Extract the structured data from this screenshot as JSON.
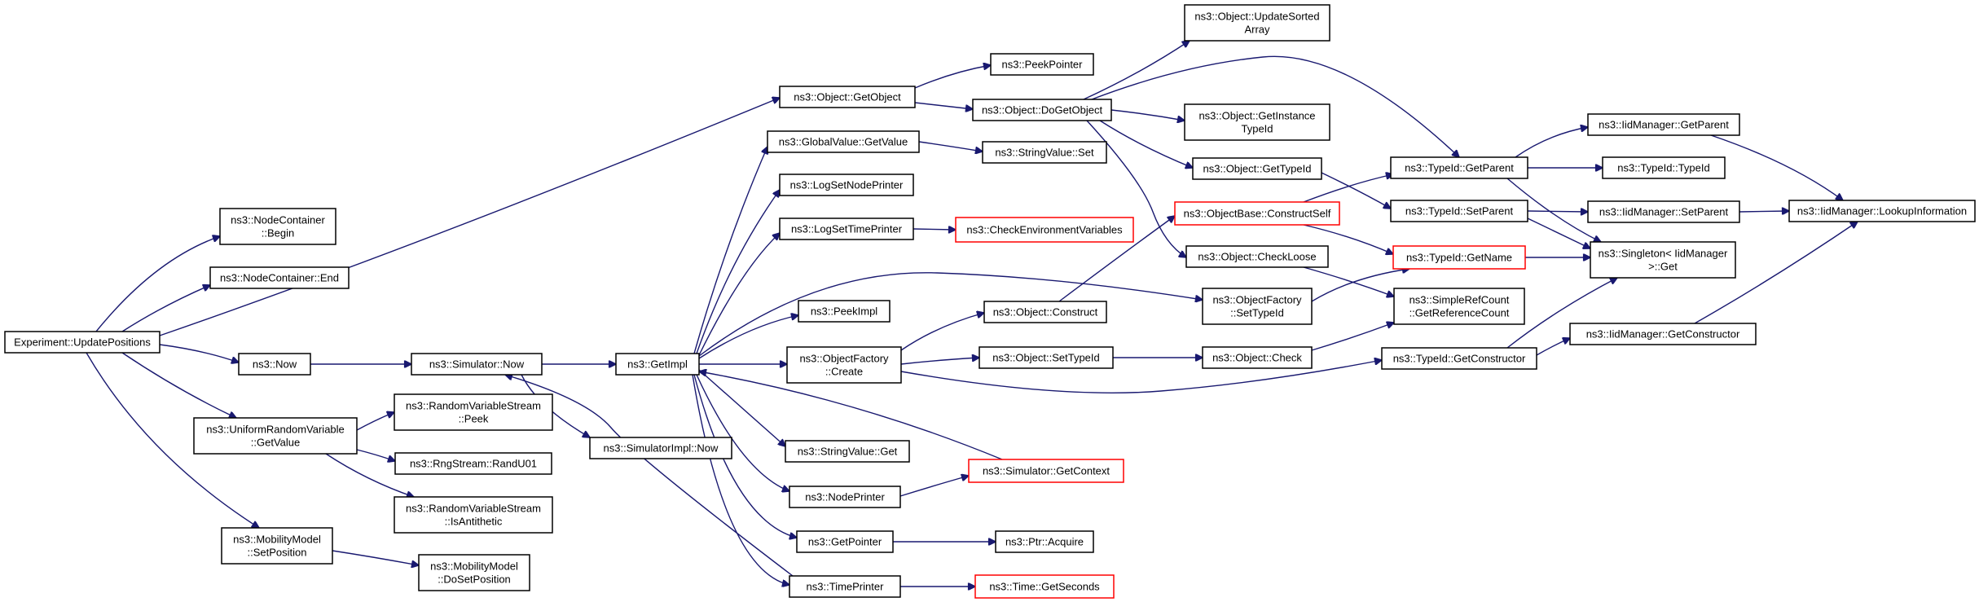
{
  "diagram": {
    "type": "call-graph",
    "colors": {
      "edge": "#191970",
      "node_border": "#000000",
      "node_border_truncated": "#ff0000",
      "root_fill": "#bfbfbf",
      "node_fill": "#ffffff",
      "text": "#000000"
    },
    "nodes": [
      {
        "id": "root",
        "lines": [
          "Experiment::UpdatePositions"
        ],
        "root": true
      },
      {
        "id": "nc_begin",
        "lines": [
          "ns3::NodeContainer",
          "::Begin"
        ]
      },
      {
        "id": "nc_end",
        "lines": [
          "ns3::NodeContainer::End"
        ]
      },
      {
        "id": "now",
        "lines": [
          "ns3::Now"
        ]
      },
      {
        "id": "urv_getvalue",
        "lines": [
          "ns3::UniformRandomVariable",
          "::GetValue"
        ]
      },
      {
        "id": "mm_setposition",
        "lines": [
          "ns3::MobilityModel",
          "::SetPosition"
        ]
      },
      {
        "id": "sim_now",
        "lines": [
          "ns3::Simulator::Now"
        ]
      },
      {
        "id": "rvs_peek",
        "lines": [
          "ns3::RandomVariableStream",
          "::Peek"
        ]
      },
      {
        "id": "rng_randu01",
        "lines": [
          "ns3::RngStream::RandU01"
        ]
      },
      {
        "id": "rvs_isanti",
        "lines": [
          "ns3::RandomVariableStream",
          "::IsAntithetic"
        ]
      },
      {
        "id": "mm_dosetposition",
        "lines": [
          "ns3::MobilityModel",
          "::DoSetPosition"
        ]
      },
      {
        "id": "simimpl_now",
        "lines": [
          "ns3::SimulatorImpl::Now"
        ]
      },
      {
        "id": "getimpl",
        "lines": [
          "ns3::GetImpl"
        ]
      },
      {
        "id": "obj_getobject",
        "lines": [
          "ns3::Object::GetObject"
        ]
      },
      {
        "id": "gv_getvalue",
        "lines": [
          "ns3::GlobalValue::GetValue"
        ]
      },
      {
        "id": "logsetnodeprinter",
        "lines": [
          "ns3::LogSetNodePrinter"
        ]
      },
      {
        "id": "logsettimeprinter",
        "lines": [
          "ns3::LogSetTimePrinter"
        ]
      },
      {
        "id": "peekimpl",
        "lines": [
          "ns3::PeekImpl"
        ]
      },
      {
        "id": "of_create",
        "lines": [
          "ns3::ObjectFactory",
          "::Create"
        ]
      },
      {
        "id": "sv_get",
        "lines": [
          "ns3::StringValue::Get"
        ]
      },
      {
        "id": "nodeprinter",
        "lines": [
          "ns3::NodePrinter"
        ]
      },
      {
        "id": "getpointer",
        "lines": [
          "ns3::GetPointer"
        ]
      },
      {
        "id": "timeprinter",
        "lines": [
          "ns3::TimePrinter"
        ]
      },
      {
        "id": "peekpointer",
        "lines": [
          "ns3::PeekPointer"
        ]
      },
      {
        "id": "obj_dogetobject",
        "lines": [
          "ns3::Object::DoGetObject"
        ]
      },
      {
        "id": "sv_set",
        "lines": [
          "ns3::StringValue::Set"
        ]
      },
      {
        "id": "checkenv",
        "lines": [
          "ns3::CheckEnvironmentVariables"
        ],
        "truncated": true
      },
      {
        "id": "obj_construct",
        "lines": [
          "ns3::Object::Construct"
        ]
      },
      {
        "id": "obj_settypeid",
        "lines": [
          "ns3::Object::SetTypeId"
        ]
      },
      {
        "id": "sim_getcontext",
        "lines": [
          "ns3::Simulator::GetContext"
        ],
        "truncated": true
      },
      {
        "id": "ptr_acquire",
        "lines": [
          "ns3::Ptr::Acquire"
        ]
      },
      {
        "id": "time_getseconds",
        "lines": [
          "ns3::Time::GetSeconds"
        ],
        "truncated": true
      },
      {
        "id": "obj_updatesorted",
        "lines": [
          "ns3::Object::UpdateSorted",
          "Array"
        ]
      },
      {
        "id": "obj_getinstancetypeid",
        "lines": [
          "ns3::Object::GetInstance",
          "TypeId"
        ]
      },
      {
        "id": "obj_gettypeid",
        "lines": [
          "ns3::Object::GetTypeId"
        ]
      },
      {
        "id": "ob_constructself",
        "lines": [
          "ns3::ObjectBase::ConstructSelf"
        ],
        "truncated": true
      },
      {
        "id": "obj_checkloose",
        "lines": [
          "ns3::Object::CheckLoose"
        ]
      },
      {
        "id": "of_settypeid",
        "lines": [
          "ns3::ObjectFactory",
          "::SetTypeId"
        ]
      },
      {
        "id": "obj_check",
        "lines": [
          "ns3::Object::Check"
        ]
      },
      {
        "id": "typeid_getparent",
        "lines": [
          "ns3::TypeId::GetParent"
        ]
      },
      {
        "id": "typeid_setparent",
        "lines": [
          "ns3::TypeId::SetParent"
        ]
      },
      {
        "id": "typeid_getname",
        "lines": [
          "ns3::TypeId::GetName"
        ],
        "truncated": true
      },
      {
        "id": "src_getrefcount",
        "lines": [
          "ns3::SimpleRefCount",
          "::GetReferenceCount"
        ]
      },
      {
        "id": "typeid_getconstructor",
        "lines": [
          "ns3::TypeId::GetConstructor"
        ]
      },
      {
        "id": "iid_getparent",
        "lines": [
          "ns3::IidManager::GetParent"
        ]
      },
      {
        "id": "typeid_typeid",
        "lines": [
          "ns3::TypeId::TypeId"
        ]
      },
      {
        "id": "iid_setparent",
        "lines": [
          "ns3::IidManager::SetParent"
        ]
      },
      {
        "id": "singleton_get",
        "lines": [
          "ns3::Singleton< IidManager",
          " >::Get"
        ]
      },
      {
        "id": "iid_getconstructor",
        "lines": [
          "ns3::IidManager::GetConstructor"
        ]
      },
      {
        "id": "iid_lookupinfo",
        "lines": [
          "ns3::IidManager::LookupInformation"
        ]
      }
    ],
    "edges": [
      [
        "root",
        "nc_begin"
      ],
      [
        "root",
        "nc_end"
      ],
      [
        "root",
        "obj_getobject"
      ],
      [
        "root",
        "now"
      ],
      [
        "root",
        "urv_getvalue"
      ],
      [
        "root",
        "mm_setposition"
      ],
      [
        "now",
        "sim_now"
      ],
      [
        "urv_getvalue",
        "rvs_peek"
      ],
      [
        "urv_getvalue",
        "rng_randu01"
      ],
      [
        "urv_getvalue",
        "rvs_isanti"
      ],
      [
        "mm_setposition",
        "mm_dosetposition"
      ],
      [
        "sim_now",
        "getimpl"
      ],
      [
        "sim_now",
        "simimpl_now"
      ],
      [
        "getimpl",
        "gv_getvalue"
      ],
      [
        "getimpl",
        "logsetnodeprinter"
      ],
      [
        "getimpl",
        "logsettimeprinter"
      ],
      [
        "getimpl",
        "of_settypeid"
      ],
      [
        "getimpl",
        "peekimpl"
      ],
      [
        "getimpl",
        "of_create"
      ],
      [
        "getimpl",
        "sv_get"
      ],
      [
        "getimpl",
        "nodeprinter"
      ],
      [
        "getimpl",
        "getpointer"
      ],
      [
        "getimpl",
        "timeprinter"
      ],
      [
        "timeprinter",
        "sim_now"
      ],
      [
        "sim_getcontext",
        "getimpl"
      ],
      [
        "obj_getobject",
        "peekpointer"
      ],
      [
        "obj_getobject",
        "obj_dogetobject"
      ],
      [
        "gv_getvalue",
        "sv_set"
      ],
      [
        "logsettimeprinter",
        "checkenv"
      ],
      [
        "of_create",
        "obj_construct"
      ],
      [
        "of_create",
        "obj_settypeid"
      ],
      [
        "of_create",
        "typeid_getconstructor"
      ],
      [
        "nodeprinter",
        "sim_getcontext"
      ],
      [
        "getpointer",
        "ptr_acquire"
      ],
      [
        "timeprinter",
        "time_getseconds"
      ],
      [
        "obj_dogetobject",
        "obj_updatesorted"
      ],
      [
        "obj_dogetobject",
        "obj_getinstancetypeid"
      ],
      [
        "obj_dogetobject",
        "obj_gettypeid"
      ],
      [
        "obj_dogetobject",
        "obj_checkloose"
      ],
      [
        "obj_dogetobject",
        "typeid_getparent"
      ],
      [
        "obj_construct",
        "ob_constructself"
      ],
      [
        "obj_settypeid",
        "obj_check"
      ],
      [
        "obj_gettypeid",
        "typeid_setparent"
      ],
      [
        "ob_constructself",
        "typeid_getparent"
      ],
      [
        "ob_constructself",
        "typeid_getname"
      ],
      [
        "obj_checkloose",
        "src_getrefcount"
      ],
      [
        "of_settypeid",
        "typeid_getname"
      ],
      [
        "obj_check",
        "src_getrefcount"
      ],
      [
        "typeid_getparent",
        "iid_getparent"
      ],
      [
        "typeid_getparent",
        "typeid_typeid"
      ],
      [
        "typeid_getparent",
        "singleton_get"
      ],
      [
        "typeid_setparent",
        "iid_setparent"
      ],
      [
        "typeid_setparent",
        "singleton_get"
      ],
      [
        "typeid_getname",
        "singleton_get"
      ],
      [
        "typeid_getconstructor",
        "iid_getconstructor"
      ],
      [
        "typeid_getconstructor",
        "singleton_get"
      ],
      [
        "iid_getparent",
        "iid_lookupinfo"
      ],
      [
        "iid_setparent",
        "iid_lookupinfo"
      ],
      [
        "iid_getconstructor",
        "iid_lookupinfo"
      ]
    ]
  }
}
